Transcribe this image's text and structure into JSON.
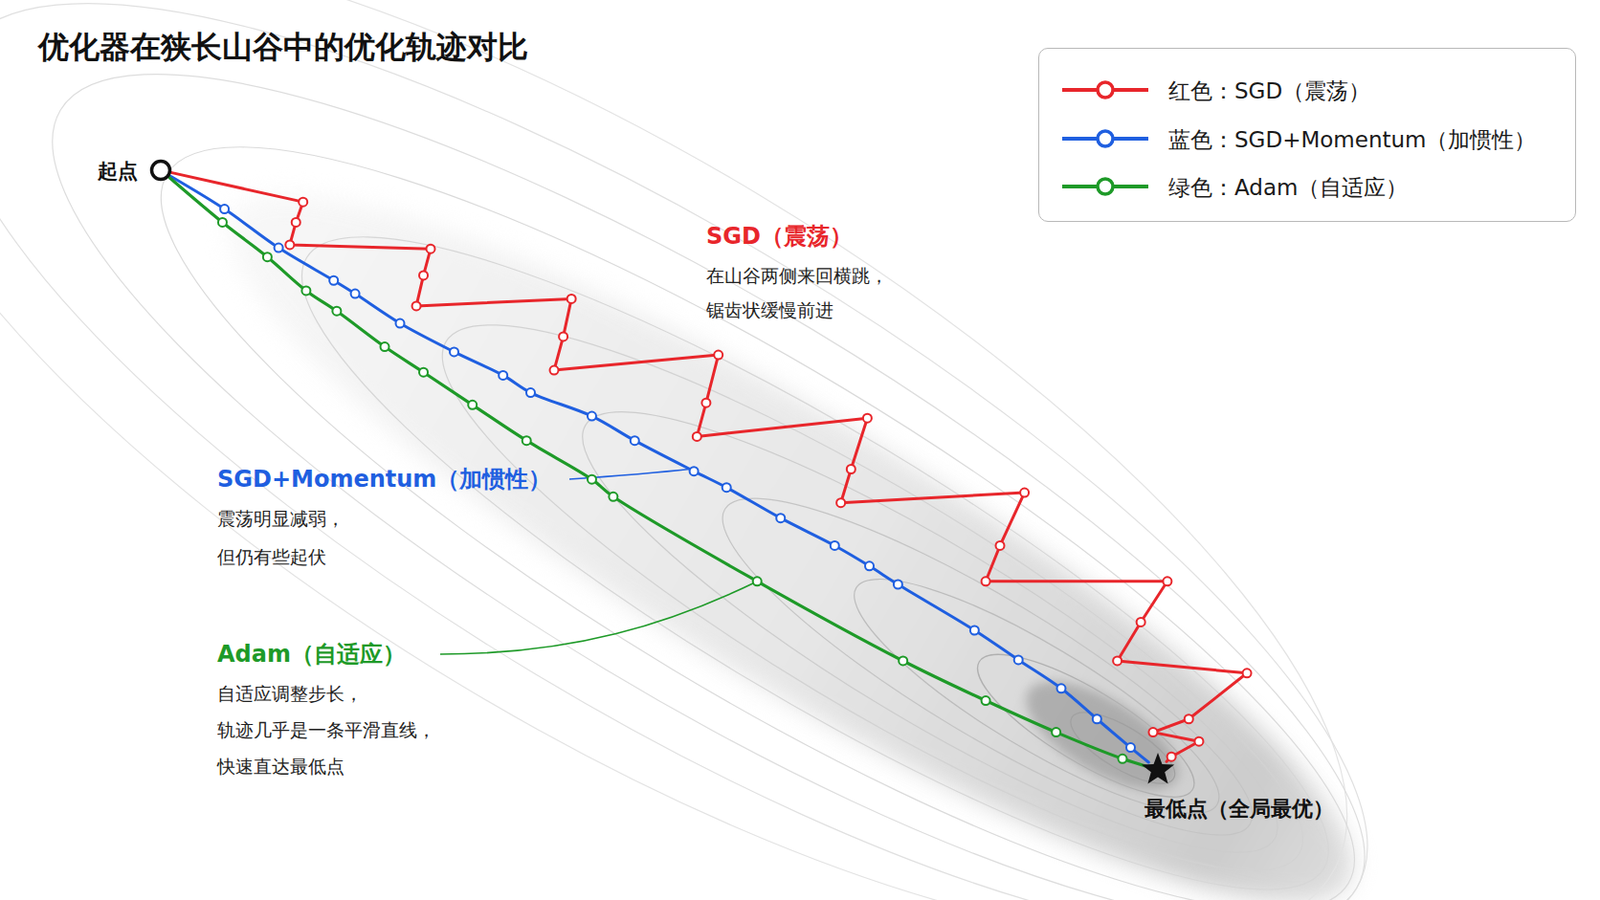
{
  "diagram": {
    "title": "优化器在狭长山谷中的优化轨迹对比",
    "nodes": [
      {
        "text": [
          "起点"
        ]
      },
      {
        "text": [
          "最低点（全局最优）"
        ]
      }
    ],
    "edges": [
      {
        "from": 0,
        "to": 1,
        "arrow": "none"
      },
      {
        "from": 0,
        "to": 1,
        "arrow": "none"
      },
      {
        "from": 0,
        "to": 1,
        "arrow": "none"
      }
    ],
    "labels": [
      "SGD（震荡）",
      "在山谷两侧来回横跳， 锯齿状缓慢前进",
      "SGD+Momentum（加惯性）",
      "震荡明显减弱， 但仍有些起伏",
      "Adam（自适应）",
      "自适应调整步长， 轨迹几乎是一条平滑直线， 快速直达最低点"
    ],
    "legend": [
      {
        "text": "红色：SGD（震荡）"
      },
      {
        "text": "蓝色：SGD+Momentum（加惯性）"
      },
      {
        "text": "绿色：Adam（自适应）"
      }
    ]
  }
}
